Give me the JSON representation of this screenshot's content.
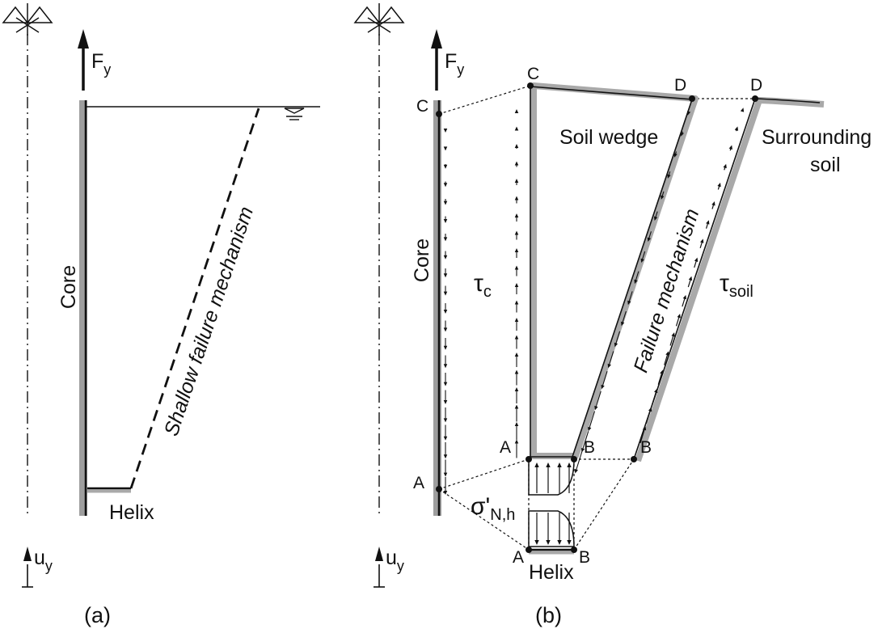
{
  "colors": {
    "line": "#111111",
    "soil_boundary": "#a9a9a9",
    "background": "#ffffff"
  },
  "panel_a": {
    "caption": "(a)",
    "force_symbol": "F",
    "force_subscript": "y",
    "disp_symbol": "u",
    "disp_subscript": "y",
    "core_label": "Core",
    "helix_label": "Helix",
    "mechanism_label": "Shallow failure mechanism",
    "water_table_icon": "water-table-icon",
    "axis_icon": "symmetry-axis-icon"
  },
  "panel_b": {
    "caption": "(b)",
    "force_symbol": "F",
    "force_subscript": "y",
    "disp_symbol": "u",
    "disp_subscript": "y",
    "core_label": "Core",
    "helix_label": "Helix",
    "wedge_label": "Soil wedge",
    "surrounding_label_1": "Surrounding",
    "surrounding_label_2": "soil",
    "mechanism_label": "Failure mechanism",
    "tau_c_symbol": "τ",
    "tau_c_subscript": "c",
    "tau_soil_symbol": "τ",
    "tau_soil_subscript": "soil",
    "sigma_symbol": "σ'",
    "sigma_subscript": "N,h",
    "points": {
      "C_core": "C",
      "A_core": "A",
      "C_top": "C",
      "D_wedge": "D",
      "D_surround": "D",
      "A_wedge": "A",
      "B_wedge": "B",
      "B_surround": "B",
      "A_helix": "A",
      "B_helix": "B"
    }
  }
}
